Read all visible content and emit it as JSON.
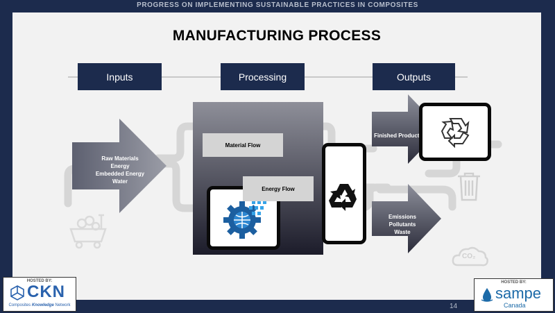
{
  "header": {
    "title": "PROGRESS ON IMPLEMENTING SUSTAINABLE PRACTICES IN COMPOSITES"
  },
  "slide": {
    "title": "MANUFACTURING PROCESS",
    "stages": {
      "inputs": "Inputs",
      "processing": "Processing",
      "outputs": "Outputs"
    },
    "inputs_arrow": {
      "lines": [
        "Raw Materials",
        "Energy",
        "Embedded Energy",
        "Water"
      ]
    },
    "processing": {
      "material_flow": "Material Flow",
      "energy_flow": "Energy Flow"
    },
    "outputs": {
      "finished_products": "Finished Products",
      "emissions_lines": [
        "Emissions",
        "Pollutants",
        "Waste"
      ]
    },
    "co2_label": "CO₂",
    "page_number": "14"
  },
  "logos": {
    "ckn": {
      "hosted_by": "HOSTED BY:",
      "name": "CKN",
      "subtitle_pre": "Composites ",
      "subtitle_em": "Knowledge",
      "subtitle_post": " Network"
    },
    "sampe": {
      "hosted_by": "HOSTED BY:",
      "name": "sampe",
      "country": "Canada"
    }
  },
  "colors": {
    "navy": "#1c2b4d",
    "pipe_gray": "#d6d6d6",
    "arrow_gray": "#6b6f7e",
    "ckn_blue": "#2a62ad",
    "sampe_blue": "#1c6aa8"
  },
  "icons": [
    "recycle-arrows-icon",
    "recycling-symbol-icon",
    "trash-bin-icon",
    "co2-cloud-icon",
    "mining-cart-icon",
    "gear-globe-icon"
  ]
}
